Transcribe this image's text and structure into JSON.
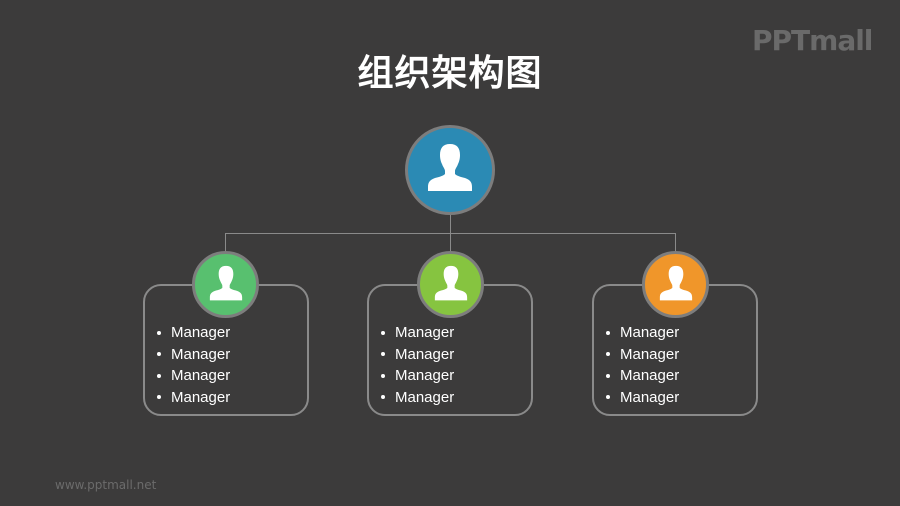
{
  "title": "组织架构图",
  "logo": "PPTmall",
  "footer": "www.pptmall.net",
  "colors": {
    "background": "#3c3b3b",
    "top": "#2b8ab4",
    "left": "#58c06f",
    "middle": "#86c440",
    "right": "#f0962a",
    "border": "#8a8a8a"
  },
  "top_node": {
    "icon": "person-icon"
  },
  "children": [
    {
      "icon": "person-icon",
      "items": [
        "Manager",
        "Manager",
        "Manager",
        "Manager"
      ]
    },
    {
      "icon": "person-icon",
      "items": [
        "Manager",
        "Manager",
        "Manager",
        "Manager"
      ]
    },
    {
      "icon": "person-icon",
      "items": [
        "Manager",
        "Manager",
        "Manager",
        "Manager"
      ]
    }
  ]
}
